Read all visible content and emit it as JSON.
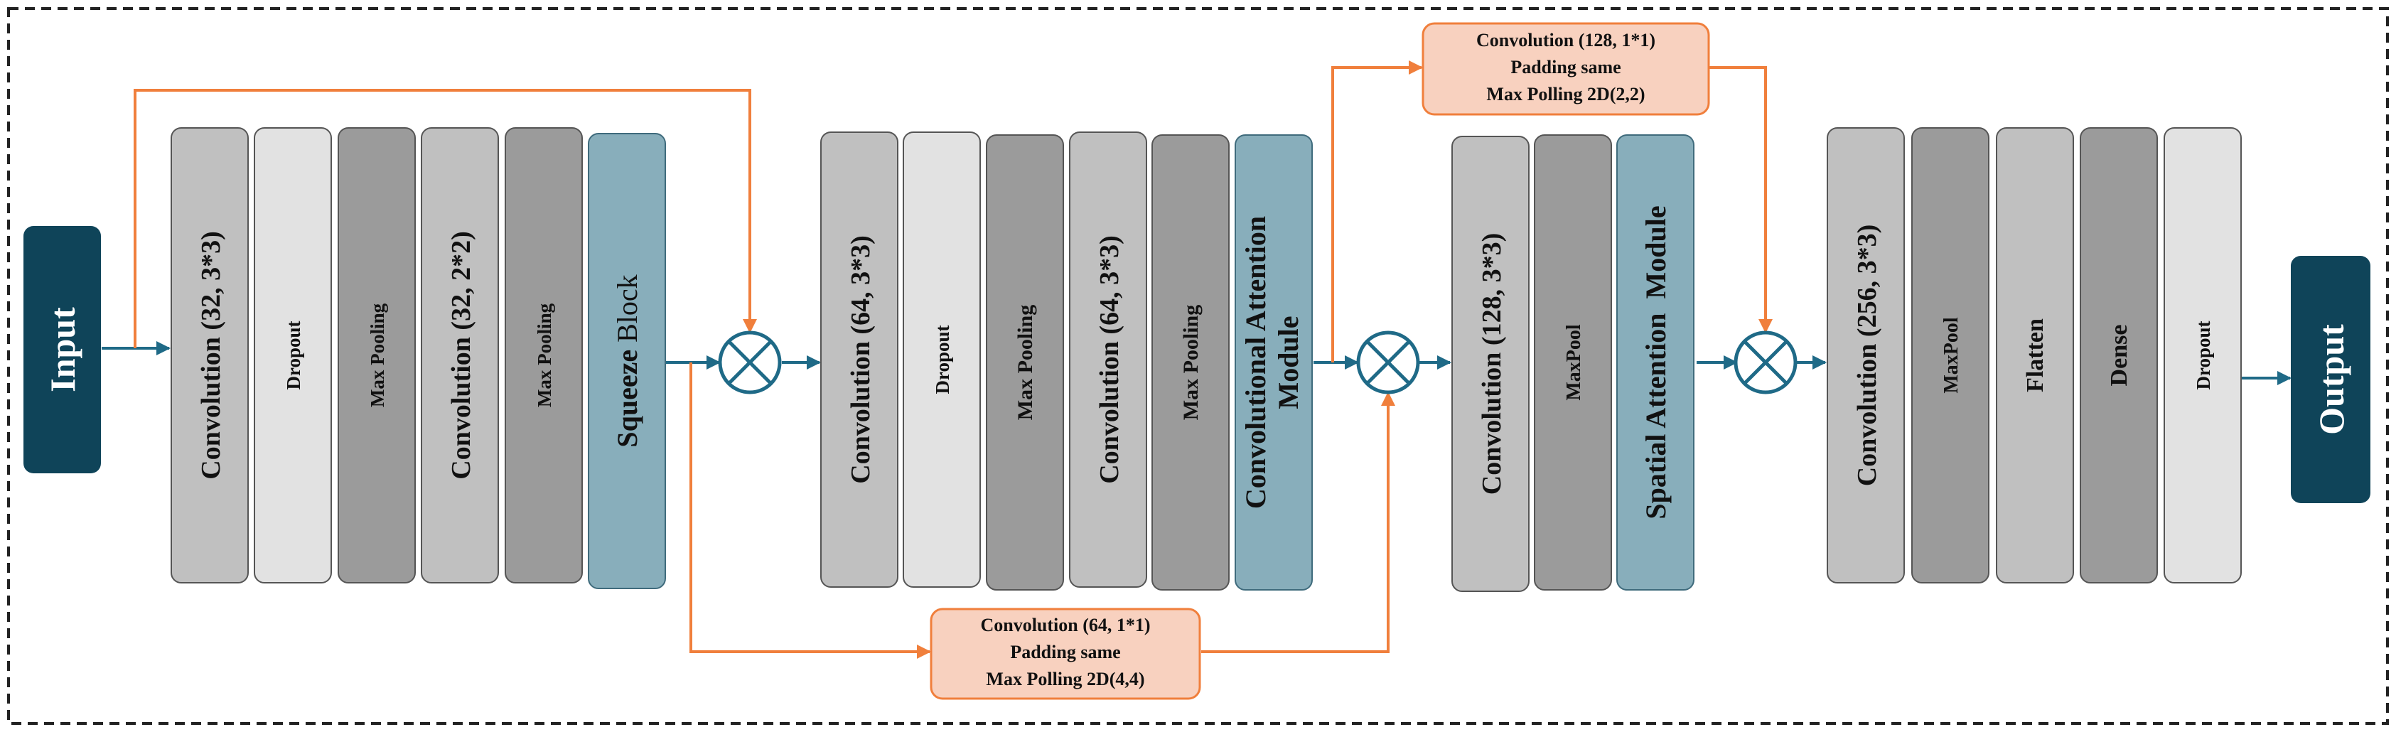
{
  "io": {
    "input": "Input",
    "output": "Output"
  },
  "stage1": {
    "blocks": [
      {
        "label": "Convolution (32, 3*3)",
        "shade": "mid"
      },
      {
        "label": "Dropout",
        "shade": "light"
      },
      {
        "label": "Max Pooling",
        "shade": "dark"
      },
      {
        "label": "Convolution (32, 2*2)",
        "shade": "mid"
      },
      {
        "label": "Max Pooling",
        "shade": "dark"
      },
      {
        "label_bold": "Squeeze",
        "label_normal": " Block",
        "shade": "teal"
      }
    ]
  },
  "stage2": {
    "blocks": [
      {
        "label": "Convolution (64, 3*3)",
        "shade": "mid"
      },
      {
        "label": "Dropout",
        "shade": "light"
      },
      {
        "label": "Max Pooling",
        "shade": "dark"
      },
      {
        "label": "Convolution (64, 3*3)",
        "shade": "mid"
      },
      {
        "label": "Max Pooling",
        "shade": "dark"
      },
      {
        "label_line1": "Convolutional Attention",
        "label_line2": "Module",
        "shade": "teal"
      }
    ]
  },
  "stage3": {
    "blocks": [
      {
        "label": "Convolution (128, 3*3)",
        "shade": "mid"
      },
      {
        "label": "MaxPool",
        "shade": "dark"
      },
      {
        "label": "Spatial Attention  Module",
        "shade": "teal"
      }
    ]
  },
  "stage4": {
    "blocks": [
      {
        "label": "Convolution (256, 3*3)",
        "shade": "mid"
      },
      {
        "label": "MaxPool",
        "shade": "dark"
      },
      {
        "label": "Flatten",
        "shade": "mid"
      },
      {
        "label": "Dense",
        "shade": "dark"
      },
      {
        "label": "Dropout",
        "shade": "light"
      }
    ]
  },
  "skip_bottom": {
    "line1": "Convolution (64, 1*1)",
    "line2": "Padding same",
    "line3": "Max Polling 2D(4,4)"
  },
  "skip_top": {
    "line1": "Convolution (128, 1*1)",
    "line2": "Padding same",
    "line3": "Max Polling 2D(2,2)"
  },
  "colors": {
    "light": "#e2e2e2",
    "mid": "#c0c0c0",
    "dark": "#9b9b9b",
    "teal": "#88aebb",
    "teal_stroke": "#3f6b7c",
    "navy": "#0f4459",
    "flow": "#1f6a87",
    "skip": "#f07f3c",
    "skip_fill": "#f8d1bf"
  }
}
